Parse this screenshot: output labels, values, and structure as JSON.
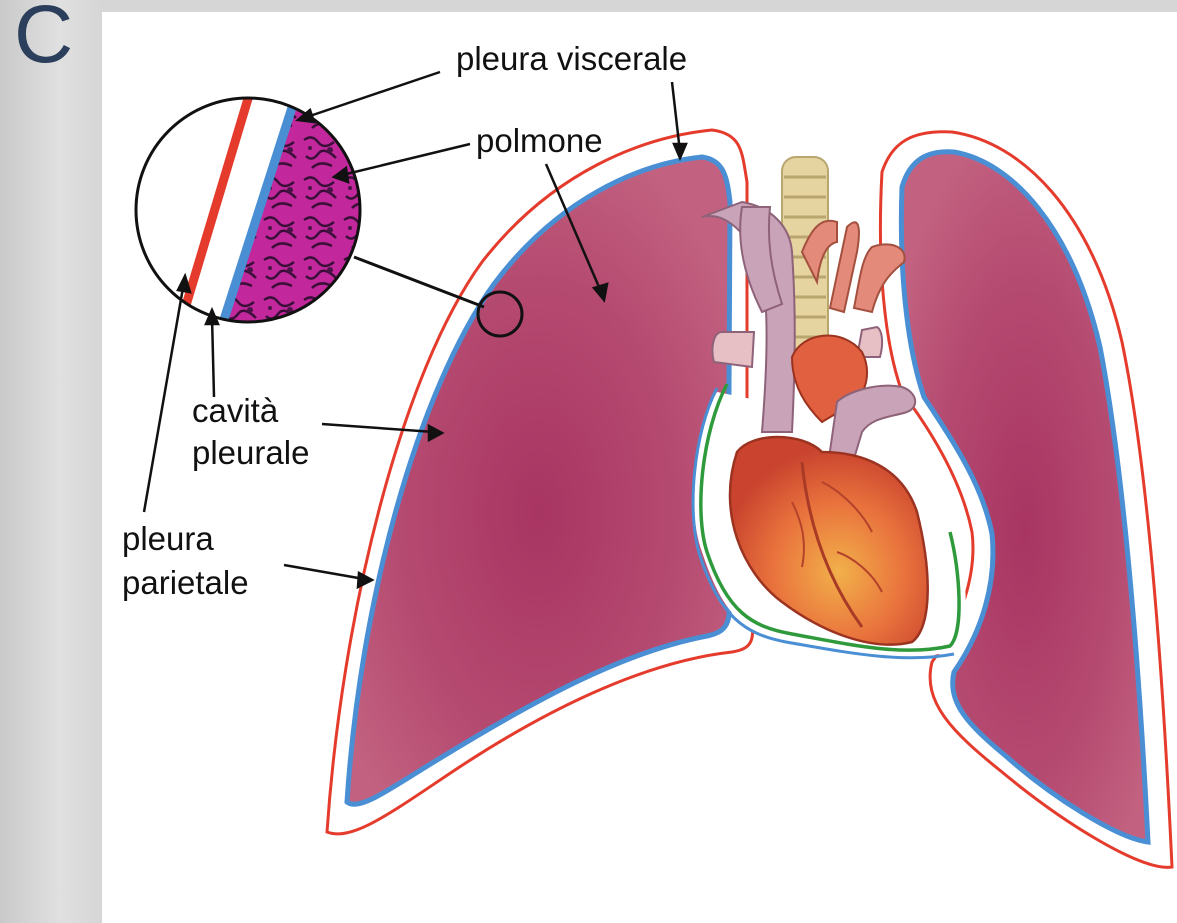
{
  "panel": {
    "letter": "C"
  },
  "labels": {
    "pleura_viscerale": "pleura viscerale",
    "polmone": "polmone",
    "cavita_line1": "cavità",
    "cavita_line2": "pleurale",
    "pleura_parietale_line1": "pleura",
    "pleura_parietale_line2": "parietale"
  },
  "colors": {
    "lung": "#b2456b",
    "pleura_parietale": "#e53b2c",
    "pleura_viscerale": "#4a8fd4",
    "pericardium": "#2f9a3c",
    "heart": "#e0603f",
    "vessels": "#c9a3b8",
    "trachea": "#e5d3a0"
  }
}
